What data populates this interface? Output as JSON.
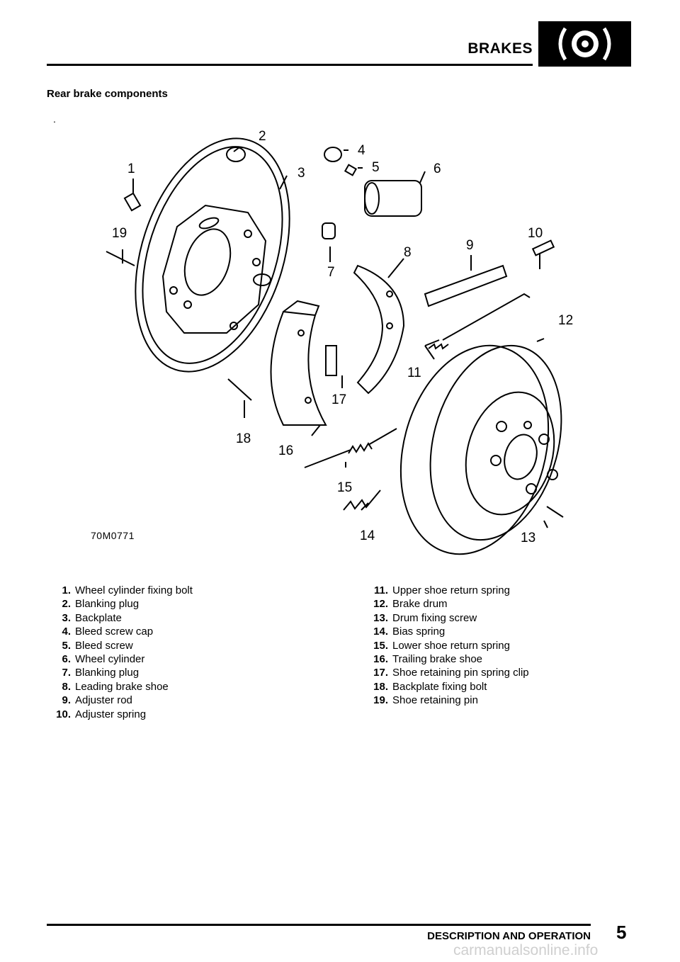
{
  "header": {
    "title": "BRAKES",
    "logo_icon": "brake-disc-icon"
  },
  "section_title": "Rear brake components",
  "stray_mark": ".",
  "figure": {
    "code": "70M0771",
    "callouts": [
      "1",
      "2",
      "3",
      "4",
      "5",
      "6",
      "7",
      "8",
      "9",
      "10",
      "11",
      "12",
      "13",
      "14",
      "15",
      "16",
      "17",
      "18",
      "19"
    ]
  },
  "legend": {
    "left": [
      {
        "num": "1.",
        "text": "Wheel cylinder fixing bolt"
      },
      {
        "num": "2.",
        "text": "Blanking plug"
      },
      {
        "num": "3.",
        "text": "Backplate"
      },
      {
        "num": "4.",
        "text": "Bleed screw cap"
      },
      {
        "num": "5.",
        "text": "Bleed screw"
      },
      {
        "num": "6.",
        "text": "Wheel cylinder"
      },
      {
        "num": "7.",
        "text": "Blanking plug"
      },
      {
        "num": "8.",
        "text": "Leading brake shoe"
      },
      {
        "num": "9.",
        "text": "Adjuster rod"
      },
      {
        "num": "10.",
        "text": "Adjuster spring"
      }
    ],
    "right": [
      {
        "num": "11.",
        "text": "Upper shoe return spring"
      },
      {
        "num": "12.",
        "text": "Brake drum"
      },
      {
        "num": "13.",
        "text": "Drum fixing screw"
      },
      {
        "num": "14.",
        "text": "Bias spring"
      },
      {
        "num": "15.",
        "text": "Lower shoe return spring"
      },
      {
        "num": "16.",
        "text": "Trailing brake shoe"
      },
      {
        "num": "17.",
        "text": "Shoe retaining pin spring clip"
      },
      {
        "num": "18.",
        "text": "Backplate fixing bolt"
      },
      {
        "num": "19.",
        "text": "Shoe retaining pin"
      }
    ]
  },
  "footer": {
    "title": "DESCRIPTION AND OPERATION",
    "page_number": "5"
  },
  "watermark": "carmanualsonline.info"
}
